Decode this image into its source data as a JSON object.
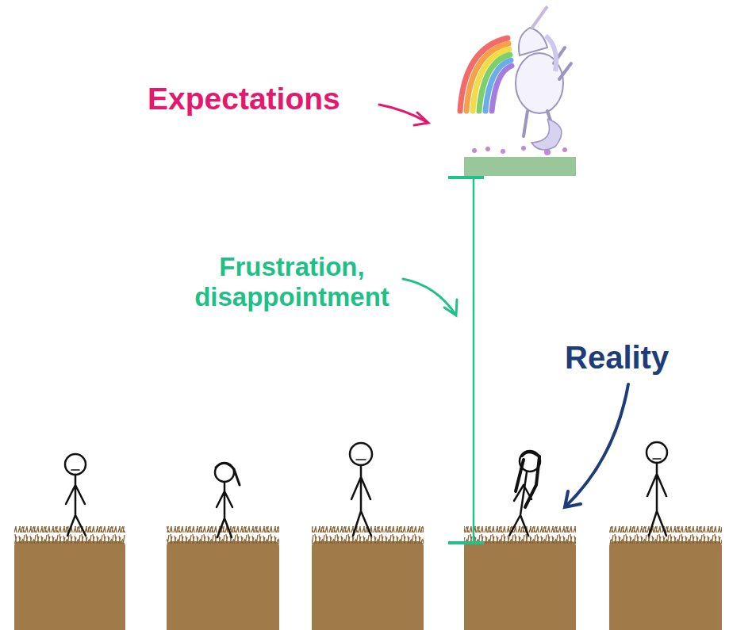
{
  "diagram": {
    "labels": [
      "Expectations",
      "Frustration, disappointment",
      "Reality"
    ]
  }
}
